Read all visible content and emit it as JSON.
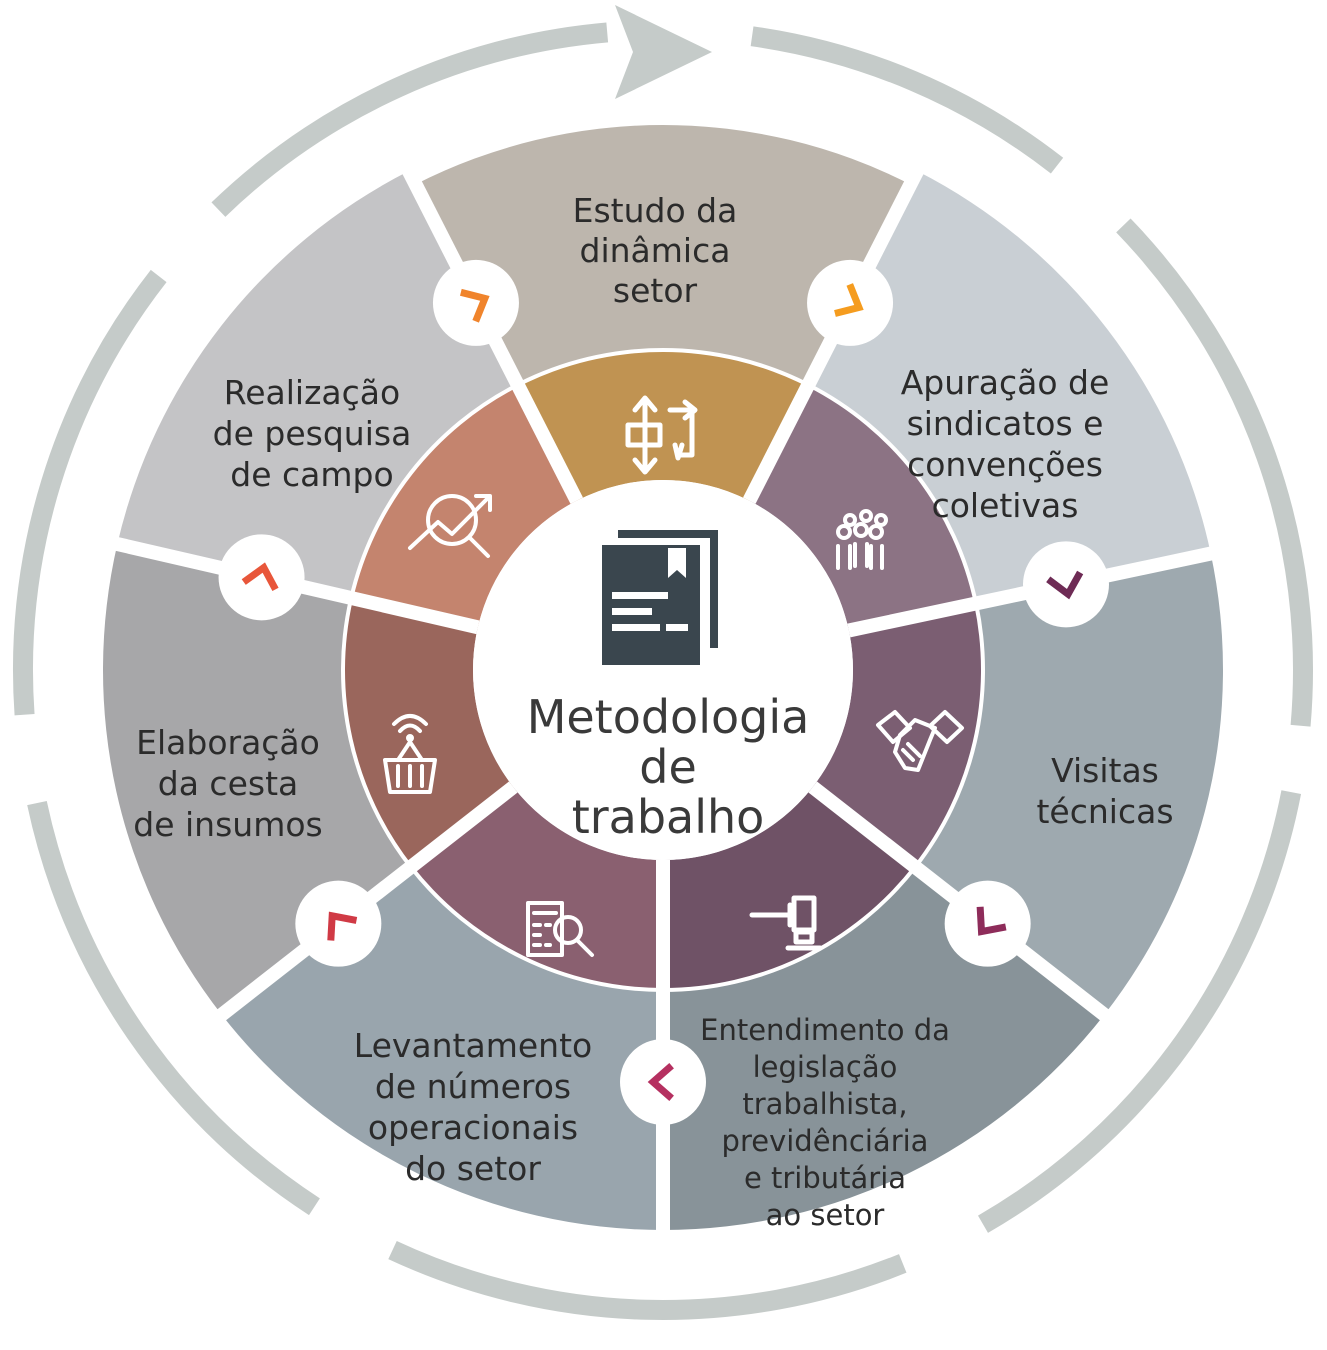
{
  "center": {
    "title_lines": [
      "Metodologia",
      "de",
      "trabalho"
    ]
  },
  "segments": [
    {
      "lines": [
        "Estudo da",
        "dinâmica",
        "setor"
      ],
      "outer_color": "#bdb6ad",
      "ring_color": "#c09352",
      "icon": "flowchart-arrows-icon",
      "step_color": "#f0842c"
    },
    {
      "lines": [
        "Apuração de",
        "sindicatos e",
        "convenções",
        "coletivas"
      ],
      "outer_color": "#c9cfd4",
      "ring_color": "#8c7384",
      "icon": "group-of-people-icon",
      "step_color": "#f59c1f"
    },
    {
      "lines": [
        "Visitas",
        "técnicas"
      ],
      "outer_color": "#9ea9af",
      "ring_color": "#7b5e72",
      "icon": "handshake-icon",
      "step_color": "#6e2b55"
    },
    {
      "lines": [
        "Entendimento da",
        "legislação",
        "trabalhista,",
        "previdênciária",
        "e tributária",
        "ao setor"
      ],
      "outer_color": "#889399",
      "ring_color": "#6f5266",
      "icon": "gavel-icon",
      "step_color": "#8e2c5a"
    },
    {
      "lines": [
        "Levantamento",
        "de números",
        "operacionais",
        "do setor"
      ],
      "outer_color": "#99a5ad",
      "ring_color": "#8a6070",
      "icon": "calculator-search-icon",
      "step_color": "#b53060"
    },
    {
      "lines": [
        "Elaboração",
        "da cesta",
        "de insumos"
      ],
      "outer_color": "#a7a7a9",
      "ring_color": "#9a665c",
      "icon": "basket-wifi-icon",
      "step_color": "#d03a45"
    },
    {
      "lines": [
        "Realização",
        "de pesquisa",
        "de campo"
      ],
      "outer_color": "#c4c4c6",
      "ring_color": "#c4846e",
      "icon": "search-chart-icon",
      "step_color": "#e8563a"
    }
  ],
  "colors": {
    "outer_arrow": "#c5cbc9",
    "center_fill": "#ffffff",
    "document_icon": "#3a464e"
  }
}
